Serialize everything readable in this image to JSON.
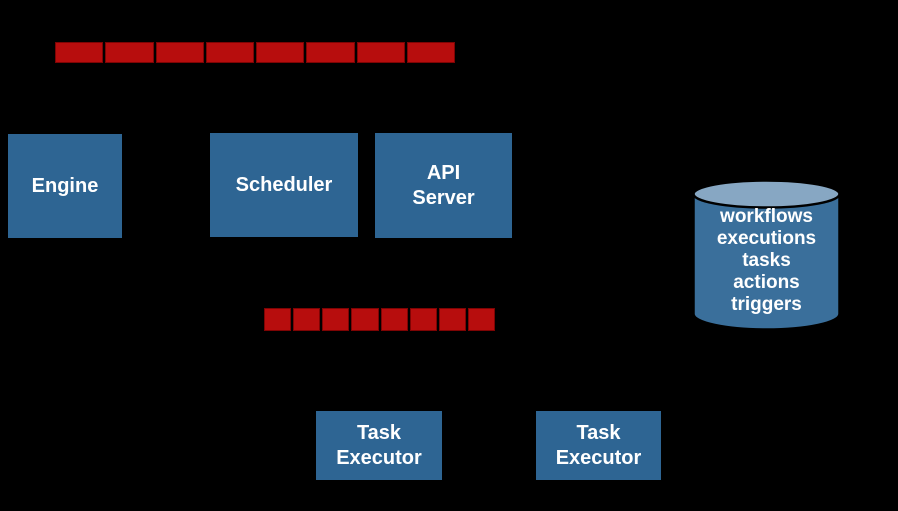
{
  "canvas": {
    "background": "#000000"
  },
  "colors": {
    "node_fill": "#2e6593",
    "node_text": "#ffffff",
    "queue_segment_fill": "#b70d0d",
    "queue_segment_border": "#7e0404",
    "db_body_fill": "#3a6f9b",
    "db_top_fill": "#87a7c3",
    "db_outline": "#000000"
  },
  "nodes": {
    "engine": {
      "label": "Engine"
    },
    "scheduler": {
      "label": "Scheduler"
    },
    "api_server": {
      "label": "API\nServer"
    },
    "task_executor_1": {
      "label": "Task\nExecutor"
    },
    "task_executor_2": {
      "label": "Task\nExecutor"
    }
  },
  "queues": {
    "top": {
      "segments": 8
    },
    "bottom": {
      "segments": 8
    }
  },
  "database": {
    "items": [
      "workflows",
      "executions",
      "tasks",
      "actions",
      "triggers"
    ]
  }
}
